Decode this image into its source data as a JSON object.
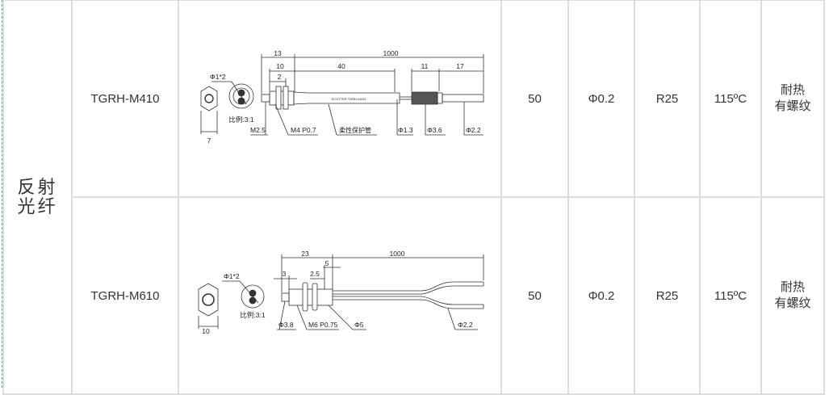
{
  "category": {
    "line1": "反射",
    "line2": "光纤"
  },
  "rows": [
    {
      "model": "TGRH-M410",
      "value_a": "50",
      "value_b": "Φ0.2",
      "value_c": "R25",
      "temperature": "115ºC",
      "feature_line1": "耐热",
      "feature_line2": "有螺纹",
      "drawing": {
        "fiber_dim": "Φ1*2",
        "scale": "比例:3:1",
        "hex_width": "7",
        "body_text": "ECOTTER TGRH-M410",
        "dims": {
          "d13": "13",
          "d1000": "1000",
          "d10": "10",
          "d40": "40",
          "d2": "2",
          "d11": "11",
          "d17": "17"
        },
        "labels": {
          "tip": "M2.5",
          "thread": "M4 P0.7",
          "tube": "柔性保护管",
          "fiber": "Φ1.3",
          "sleeve": "Φ3.6",
          "cable": "Φ2.2"
        }
      }
    },
    {
      "model": "TGRH-M610",
      "value_a": "50",
      "value_b": "Φ0.2",
      "value_c": "R25",
      "temperature": "115ºC",
      "feature_line1": "耐热",
      "feature_line2": "有螺纹",
      "drawing": {
        "fiber_dim": "Φ1*2",
        "scale": "比例:3:1",
        "hex_width": "10",
        "dims": {
          "d23": "23",
          "d1000": "1000",
          "d5": "5",
          "d3": "3",
          "d25": "2.5"
        },
        "labels": {
          "tip": "Φ3.8",
          "thread": "M6 P0.75",
          "body": "Φ5",
          "cable": "Φ2.2"
        }
      }
    }
  ],
  "colors": {
    "border": "#dddddd",
    "dashed_edge": "#3bb0c9"
  }
}
